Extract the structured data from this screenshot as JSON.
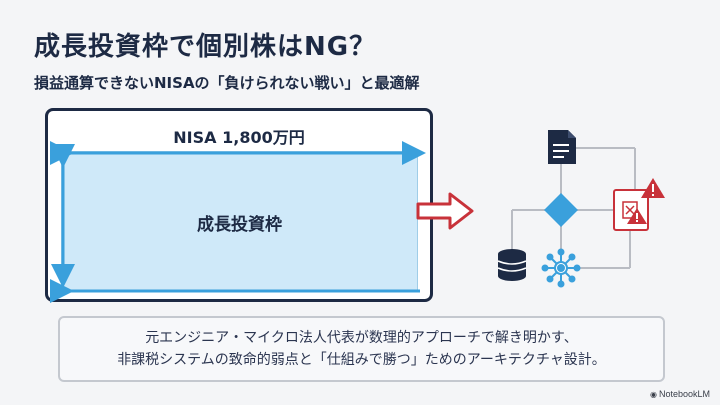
{
  "slide": {
    "title": "成長投資枠で個別株はNG？",
    "subtitle": "損益通算できないNISAの「負けられない戦い」と最適解",
    "nisa_label": "NISA 1,800万円",
    "growth_label": "成長投資枠",
    "footer_lines": [
      "元エンジニア・マイクロ法人代表が数理的アプローチで解き明かす、",
      "非課税システムの致命的弱点と「仕組みで勝つ」ためのアーキテクチャ設計。"
    ],
    "brand": "NotebookLM"
  },
  "diagram": {
    "icons": [
      "document-icon",
      "decision-diamond-icon",
      "database-icon",
      "network-hub-icon",
      "error-document-icon",
      "warning-icon"
    ]
  },
  "colors": {
    "navy": "#1d2a44",
    "light_blue": "#cfe9f9",
    "sky": "#3aa0dc",
    "red": "#c8323a",
    "gray": "#b9bcc3"
  }
}
